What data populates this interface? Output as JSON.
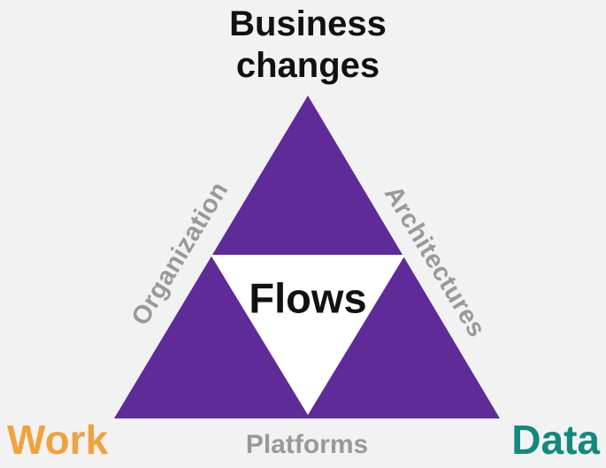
{
  "colors": {
    "background": "#f2f2f2",
    "triangle_fill": "#5e2b99",
    "inner_triangle_fill": "#ffffff",
    "title_text": "#111111",
    "flows_text": "#111111",
    "work_text": "#f0a23d",
    "data_text": "#12897e",
    "muted_text": "#999999"
  },
  "title": {
    "text": "Business\nchanges"
  },
  "triangle": {
    "center_label": "Flows",
    "left_edge_label": "Organization",
    "right_edge_label": "Architectures",
    "bottom_edge_label": "Platforms"
  },
  "corners": {
    "bottom_left": "Work",
    "bottom_right": "Data"
  }
}
